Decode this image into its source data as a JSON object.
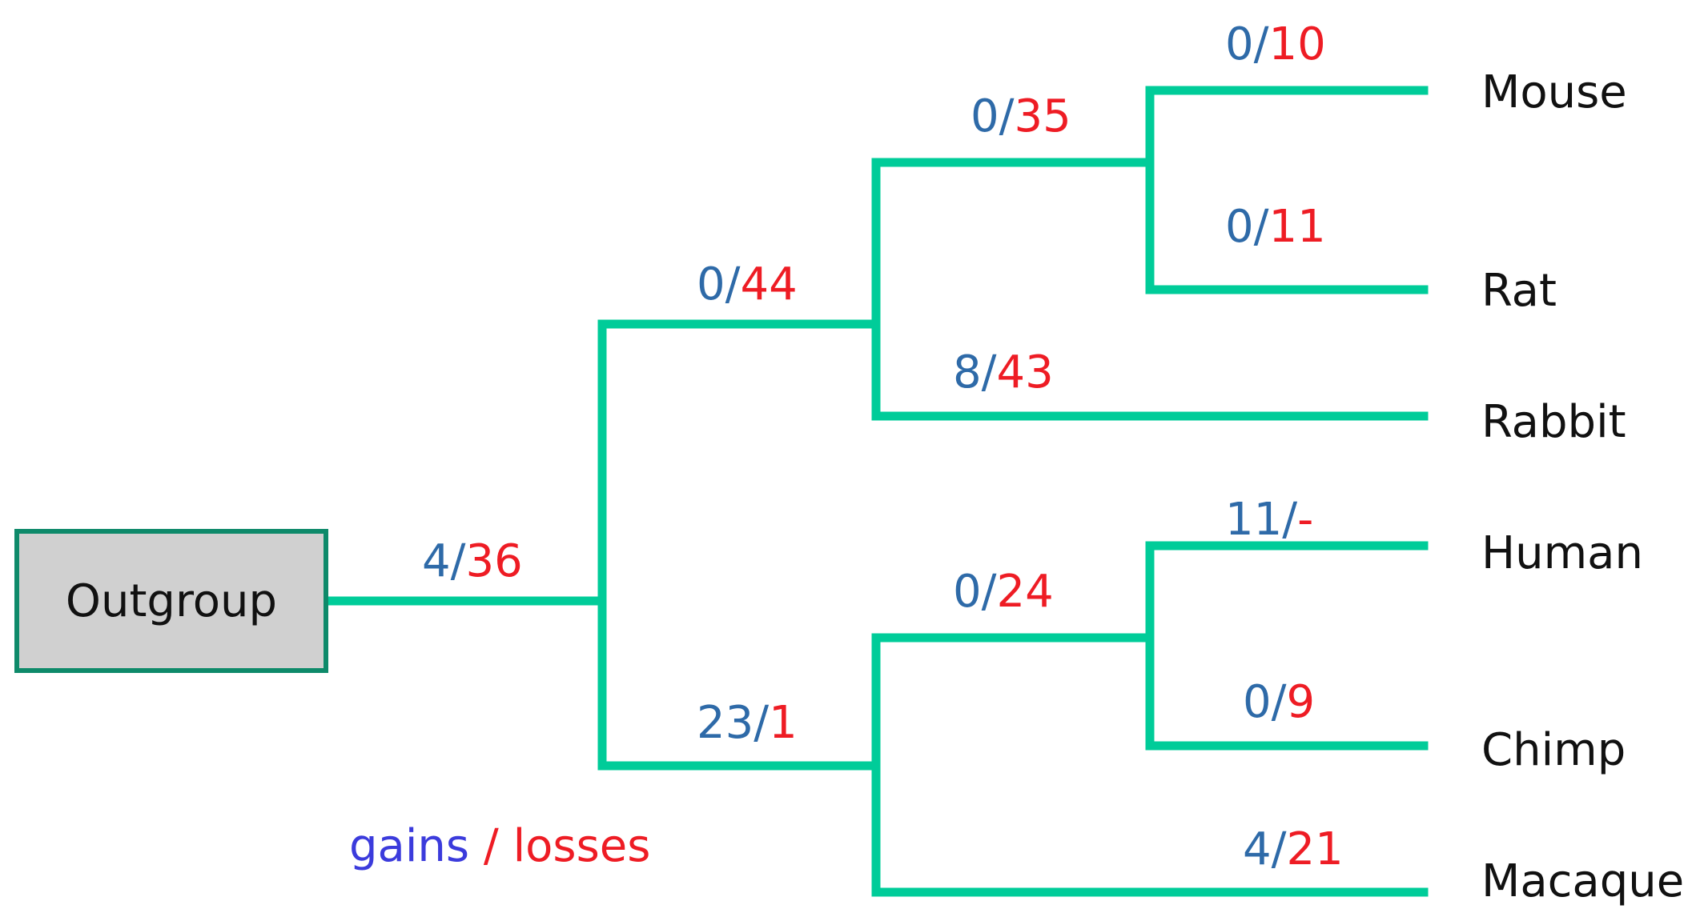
{
  "outgroup": {
    "label": "Outgroup"
  },
  "branches": {
    "root": {
      "gain": "4",
      "loss": "36"
    },
    "glires_grp": {
      "gain": "0",
      "loss": "44"
    },
    "rodents": {
      "gain": "0",
      "loss": "35"
    },
    "mouse": {
      "gain": "0",
      "loss": "10"
    },
    "rat": {
      "gain": "0",
      "loss": "11"
    },
    "rabbit": {
      "gain": "8",
      "loss": "43"
    },
    "primates": {
      "gain": "23",
      "loss": "1"
    },
    "hominids": {
      "gain": "0",
      "loss": "24"
    },
    "human": {
      "gain": "11",
      "loss": "-"
    },
    "chimp": {
      "gain": "0",
      "loss": "9"
    },
    "macaque": {
      "gain": "4",
      "loss": "21"
    }
  },
  "taxa": {
    "mouse": "Mouse",
    "rat": "Rat",
    "rabbit": "Rabbit",
    "human": "Human",
    "chimp": "Chimp",
    "macaque": "Macaque"
  },
  "legend": {
    "gains": "gains",
    "separator": "/",
    "losses": "losses"
  },
  "colors": {
    "branch": "#00cc99",
    "gain": "#2e6aa8",
    "loss": "#ee1c24",
    "outgroup_fill": "#d0d0d0",
    "outgroup_border": "#0e8a6a"
  }
}
